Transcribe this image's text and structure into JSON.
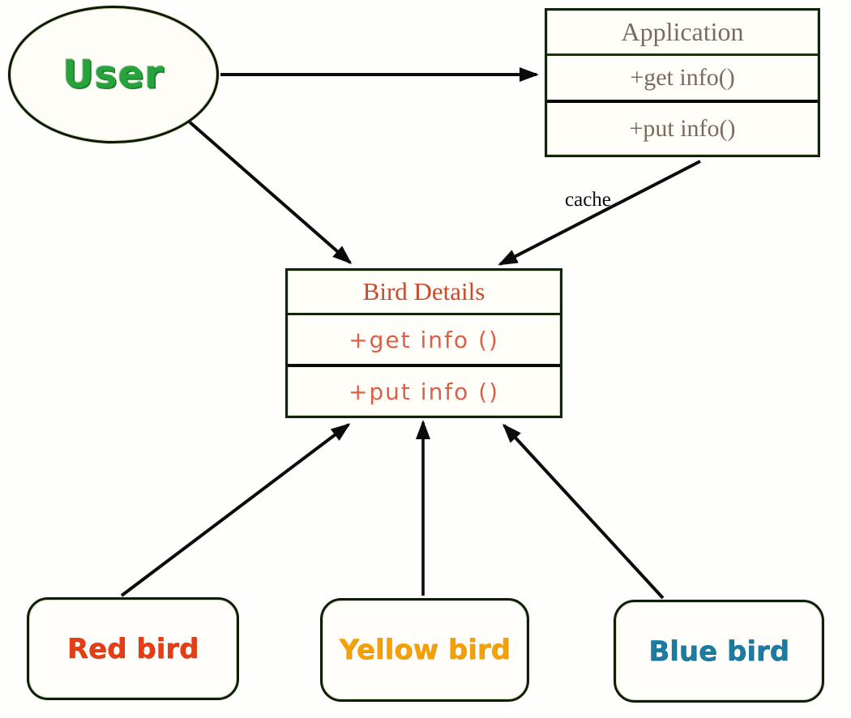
{
  "diagram": {
    "nodes": {
      "user": {
        "label": "User",
        "shape": "ellipse",
        "color": "#28a23c"
      },
      "application": {
        "title": "Application",
        "methods": [
          "+get info()",
          "+put info()"
        ],
        "text_color": "#7c6a60"
      },
      "bird_details": {
        "title": "Bird Details",
        "methods": [
          "+get info ()",
          "+put info ()"
        ],
        "title_color": "#c84b30",
        "method_color": "#dd5f49"
      },
      "red_bird": {
        "label": "Red bird",
        "color": "#e53d15"
      },
      "yellow_bird": {
        "label": "Yellow bird",
        "color": "#f4a108"
      },
      "blue_bird": {
        "label": "Blue bird",
        "color": "#1b7ba1"
      }
    },
    "edges": [
      {
        "from": "user",
        "to": "application",
        "label": ""
      },
      {
        "from": "user",
        "to": "bird_details",
        "label": ""
      },
      {
        "from": "application",
        "to": "bird_details",
        "label": "cache"
      },
      {
        "from": "red_bird",
        "to": "bird_details",
        "label": ""
      },
      {
        "from": "yellow_bird",
        "to": "bird_details",
        "label": ""
      },
      {
        "from": "blue_bird",
        "to": "bird_details",
        "label": ""
      }
    ]
  }
}
